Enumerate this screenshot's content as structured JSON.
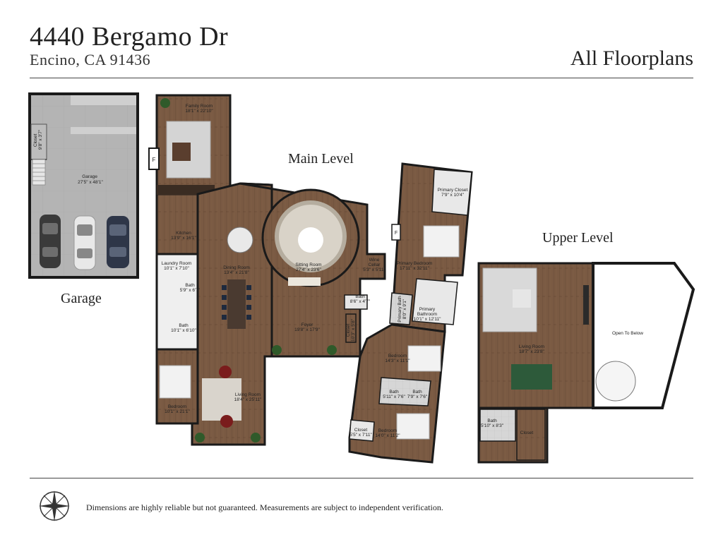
{
  "header": {
    "address": "4440 Bergamo Dr",
    "city": "Encino, CA 91436",
    "title": "All Floorplans"
  },
  "levels": {
    "garage": "Garage",
    "main": "Main Level",
    "upper": "Upper Level"
  },
  "rooms": {
    "family_room": [
      "Family Room",
      "18'1\" x 22'10\""
    ],
    "garage_room": [
      "Garage",
      "27'5\" x 48'1\""
    ],
    "garage_closet": [
      "Closet",
      "9'8\" x 3'7\""
    ],
    "kitchen": [
      "Kitchen",
      "13'9\" x 16'1\""
    ],
    "laundry": [
      "Laundry Room",
      "10'1\" x 7'10\""
    ],
    "dining": [
      "Dining Room",
      "13'4\" x 21'8\""
    ],
    "sitting": [
      "Sitting Room",
      "27'4\" x 23'6\""
    ],
    "bath_a": [
      "Bath",
      "5'9\" x 6'7\""
    ],
    "bath_b": [
      "Bath",
      "10'1\" x 6'10\""
    ],
    "bath_c": [
      "Bath",
      "8'6\" x 4'7\""
    ],
    "foyer": [
      "Foyer",
      "19'8\" x 17'9\""
    ],
    "closet_foyer": [
      "Closet",
      "10'3\" x 5'8\""
    ],
    "wine": [
      "Wine",
      "Cellar",
      "5'3\" x 5'11\""
    ],
    "primary_bed": [
      "Primary Bedroom",
      "17'11\" x 32'11\""
    ],
    "primary_closet": [
      "Primary Closet",
      "7'9\" x 10'4\""
    ],
    "primary_bath": [
      "Primary",
      "Bathroom",
      "10'1\" x 12'11\""
    ],
    "primary_bath_small": [
      "Primary Bath",
      "8'0\" x 9'1\""
    ],
    "bedroom_main_left": [
      "Bedroom",
      "10'1\" x 21'1\""
    ],
    "living_main": [
      "Living Room",
      "18'4\" x 25'11\""
    ],
    "bedroom_right1": [
      "Bedroom",
      "14'3\" x 11'1\""
    ],
    "bath_r1": [
      "Bath",
      "5'11\" x 7'6\""
    ],
    "bath_r2": [
      "Bath",
      "7'9\" x 7'6\""
    ],
    "closet_r": [
      "Closet",
      "5'5\" x 7'11\""
    ],
    "bedroom_right2": [
      "Bedroom",
      "14'0\" x 11'2\""
    ],
    "living_upper": [
      "Living Room",
      "18'7\" x 23'8\""
    ],
    "open_below": "Open To Below",
    "bath_upper": [
      "Bath",
      "5'10\" x 8'3\""
    ],
    "closet_upper": "Closet"
  },
  "fireplace_marker": "F",
  "disclaimer": "Dimensions are highly reliable but not guaranteed. Measurements are subject to independent verification.",
  "colors": {
    "wood": "#7a5a43",
    "wall": "#1a1a1a",
    "garage_floor": "#b5b5b5",
    "tile": "#d8d8d8"
  },
  "icons": [
    "compass-icon"
  ]
}
